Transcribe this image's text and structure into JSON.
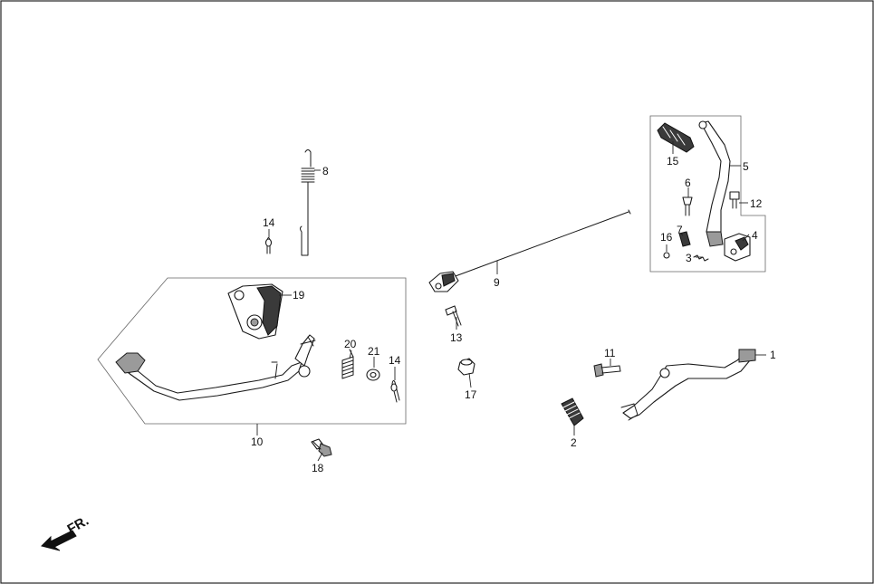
{
  "diagram": {
    "orientation": "FR.",
    "callouts": [
      {
        "id": "c1",
        "label": "1"
      },
      {
        "id": "c2",
        "label": "2"
      },
      {
        "id": "c3",
        "label": "3"
      },
      {
        "id": "c4",
        "label": "4"
      },
      {
        "id": "c5",
        "label": "5"
      },
      {
        "id": "c6",
        "label": "6"
      },
      {
        "id": "c7",
        "label": "7"
      },
      {
        "id": "c8",
        "label": "8"
      },
      {
        "id": "c9",
        "label": "9"
      },
      {
        "id": "c10",
        "label": "10"
      },
      {
        "id": "c11",
        "label": "11"
      },
      {
        "id": "c12",
        "label": "12"
      },
      {
        "id": "c13",
        "label": "13"
      },
      {
        "id": "c14a",
        "label": "14"
      },
      {
        "id": "c14b",
        "label": "14"
      },
      {
        "id": "c15",
        "label": "15"
      },
      {
        "id": "c16",
        "label": "16"
      },
      {
        "id": "c17",
        "label": "17"
      },
      {
        "id": "c18",
        "label": "18"
      },
      {
        "id": "c19",
        "label": "19"
      },
      {
        "id": "c20",
        "label": "20"
      },
      {
        "id": "c21",
        "label": "21"
      }
    ]
  }
}
